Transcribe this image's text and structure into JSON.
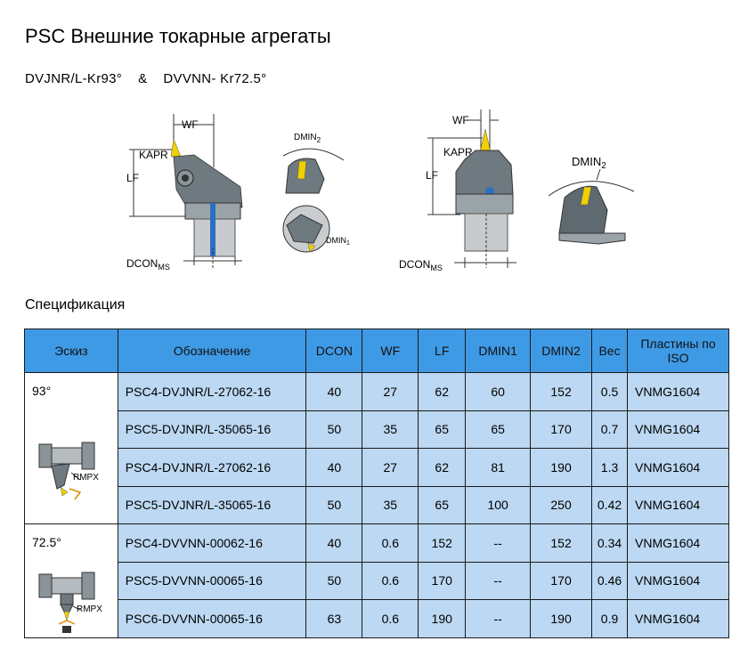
{
  "title": "PSC Внешние токарные агрегаты",
  "subtitle": {
    "left": "DVJNR/L-Kr93°",
    "amp": "&",
    "right": "DVVNN- Kr72.5°"
  },
  "figures": {
    "wf": "WF",
    "kapr": "KAPR",
    "lf": "LF",
    "dcon": "DCON",
    "ms": "MS",
    "dmin1": "DMIN",
    "dmin1_sub": "1",
    "dmin2": "DMIN",
    "dmin2_sub": "2",
    "rmpx": "RMPX"
  },
  "spec_heading": "Спецификация",
  "table": {
    "headers": [
      "Эскиз",
      "Обозначение",
      "DCON",
      "WF",
      "LF",
      "DMIN1",
      "DMIN2",
      "Вес",
      "Пластины по ISO"
    ],
    "groups": [
      {
        "angle": "93°",
        "rows": [
          [
            "PSC4-DVJNR/L-27062-16",
            "40",
            "27",
            "62",
            "60",
            "152",
            "0.5",
            "VNMG1604"
          ],
          [
            "PSC5-DVJNR/L-35065-16",
            "50",
            "35",
            "65",
            "65",
            "170",
            "0.7",
            "VNMG1604"
          ],
          [
            "PSC4-DVJNR/L-27062-16",
            "40",
            "27",
            "62",
            "81",
            "190",
            "1.3",
            "VNMG1604"
          ],
          [
            "PSC5-DVJNR/L-35065-16",
            "50",
            "35",
            "65",
            "100",
            "250",
            "0.42",
            "VNMG1604"
          ]
        ]
      },
      {
        "angle": "72.5°",
        "rows": [
          [
            "PSC4-DVVNN-00062-16",
            "40",
            "0.6",
            "152",
            "--",
            "152",
            "0.34",
            "VNMG1604"
          ],
          [
            "PSC5-DVVNN-00065-16",
            "50",
            "0.6",
            "170",
            "--",
            "170",
            "0.46",
            "VNMG1604"
          ],
          [
            "PSC6-DVVNN-00065-16",
            "63",
            "0.6",
            "190",
            "--",
            "190",
            "0.9",
            "VNMG1604"
          ]
        ]
      }
    ]
  }
}
